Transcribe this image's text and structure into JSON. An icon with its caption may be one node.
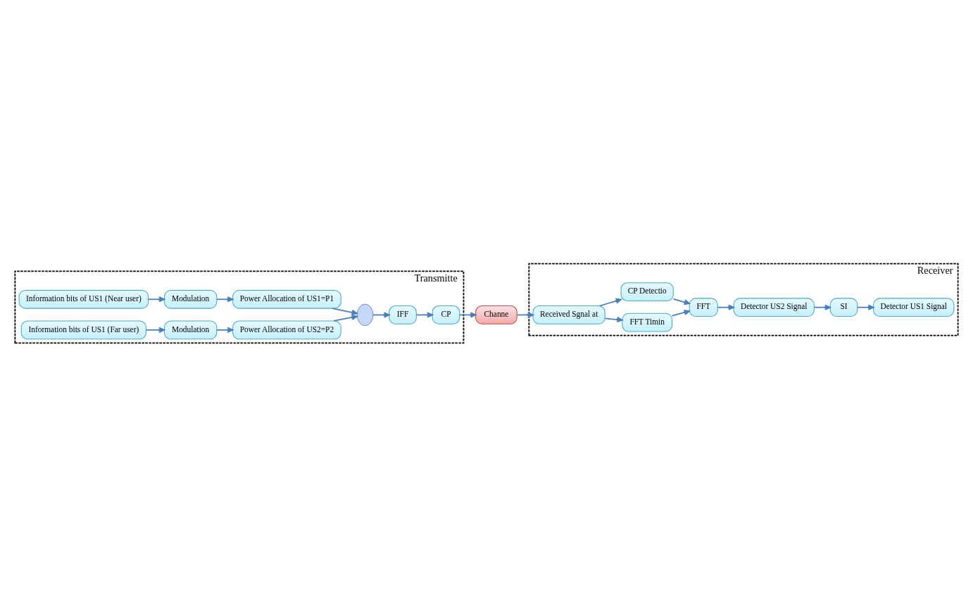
{
  "diagram": {
    "nodes": [
      {
        "text": [
          "Transmitte"
        ]
      },
      {
        "text": [
          "Information bits of US1 (Near user)"
        ],
        "in": 0
      },
      {
        "text": [
          "Modulation"
        ],
        "in": 0
      },
      {
        "text": [
          "Power Allocation of US1=P1"
        ],
        "in": 0
      },
      {
        "text": [
          "Information bits of US1 (Far user)"
        ],
        "in": 0
      },
      {
        "text": [
          "Modulation"
        ],
        "in": 0
      },
      {
        "text": [
          "Power Allocation of US2=P2"
        ],
        "in": 0
      },
      {
        "text": [],
        "shape": "circle",
        "in": 0
      },
      {
        "text": [
          "IFF"
        ],
        "in": 0
      },
      {
        "text": [
          "CP"
        ],
        "in": 0
      },
      {
        "text": [
          "Channe"
        ]
      },
      {
        "text": [
          "Receiver"
        ]
      },
      {
        "text": [
          "Received Sgnal at"
        ],
        "in": 11
      },
      {
        "text": [
          "FFT Timin"
        ],
        "in": 11
      },
      {
        "text": [
          "CP Detectio"
        ],
        "in": 11
      },
      {
        "text": [
          "FFT"
        ],
        "in": 11
      },
      {
        "text": [
          "Detector US2 Signal"
        ],
        "in": 11
      },
      {
        "text": [
          "SI"
        ],
        "in": 11
      },
      {
        "text": [
          "Detector US1 Signal"
        ],
        "in": 11
      }
    ],
    "edges": [
      {
        "from": 1,
        "to": 2,
        "arrow": "to"
      },
      {
        "from": 2,
        "to": 3,
        "arrow": "to"
      },
      {
        "from": 3,
        "to": 7,
        "arrow": "to"
      },
      {
        "from": 4,
        "to": 5,
        "arrow": "to"
      },
      {
        "from": 5,
        "to": 6,
        "arrow": "to"
      },
      {
        "from": 6,
        "to": 7,
        "arrow": "to"
      },
      {
        "from": 7,
        "to": 8,
        "arrow": "to"
      },
      {
        "from": 8,
        "to": 9,
        "arrow": "to"
      },
      {
        "from": 9,
        "to": 10,
        "arrow": "to"
      },
      {
        "from": 10,
        "to": 12,
        "arrow": "to"
      },
      {
        "from": 12,
        "to": 14,
        "arrow": "to"
      },
      {
        "from": 12,
        "to": 13,
        "arrow": "to"
      },
      {
        "from": 13,
        "to": 15,
        "arrow": "to"
      },
      {
        "from": 14,
        "to": 15,
        "arrow": "to"
      },
      {
        "from": 15,
        "to": 16,
        "arrow": "to"
      },
      {
        "from": 16,
        "to": 17,
        "arrow": "to"
      },
      {
        "from": 17,
        "to": 18,
        "arrow": "to"
      }
    ]
  }
}
